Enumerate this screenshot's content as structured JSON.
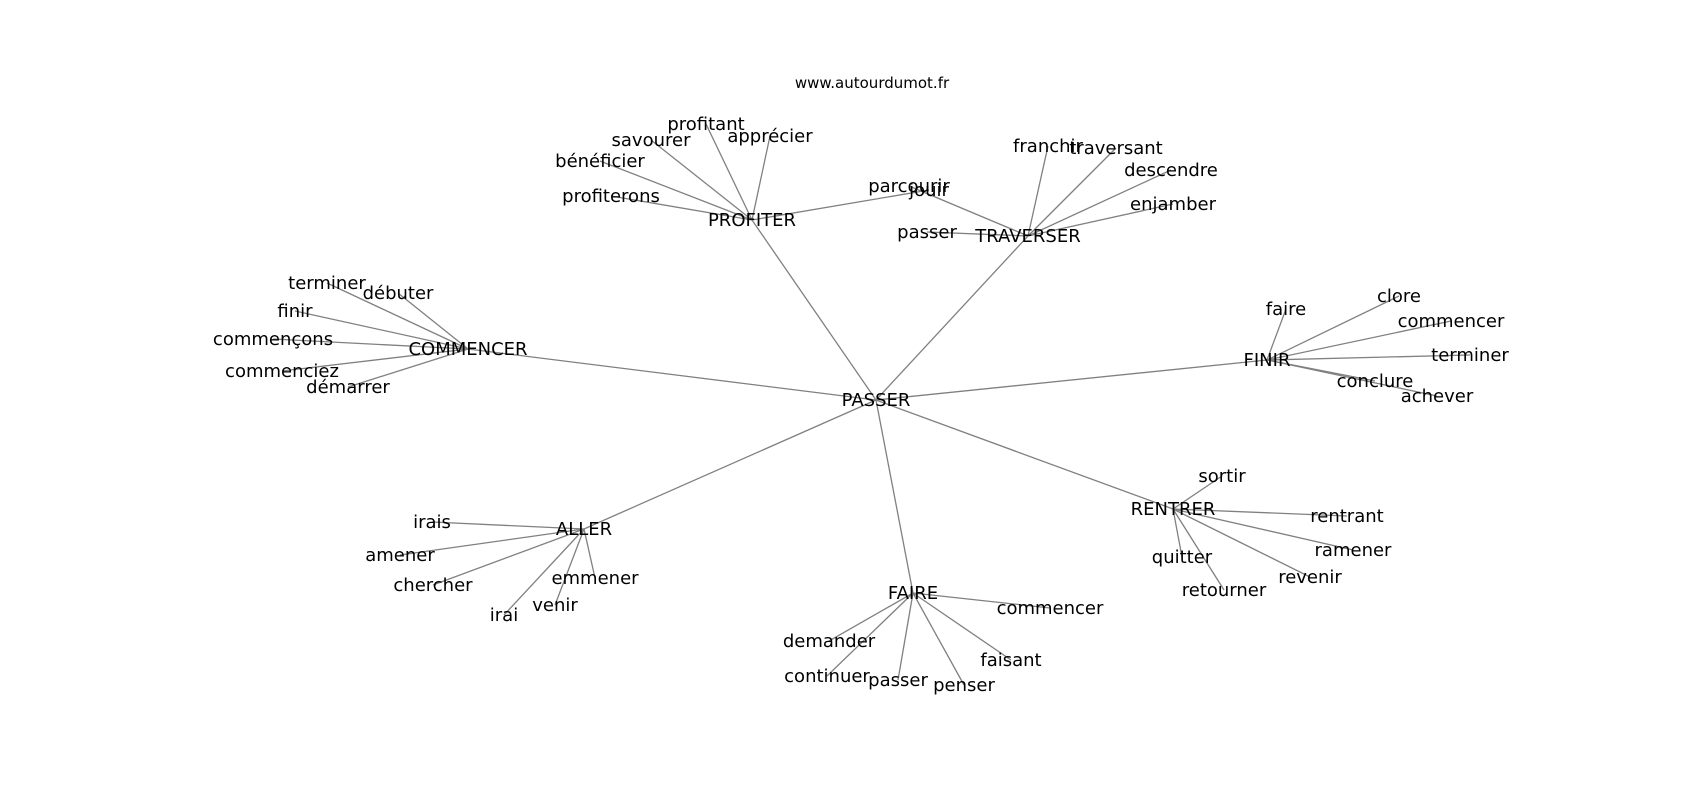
{
  "source": "www.autourdumot.fr",
  "colors": {
    "edge": "#808080",
    "text": "#000000",
    "background": "#ffffff"
  },
  "graph": {
    "center": "PASSER",
    "hubs": [
      {
        "id": "PROFITER",
        "label": "PROFITER",
        "words": [
          "profitant",
          "savourer",
          "apprécier",
          "bénéficier",
          "profiterons",
          "jouir"
        ]
      },
      {
        "id": "TRAVERSER",
        "label": "TRAVERSER",
        "words": [
          "franchir",
          "traversant",
          "descendre",
          "enjamber",
          "parcourir",
          "passer"
        ]
      },
      {
        "id": "COMMENCER",
        "label": "COMMENCER",
        "words": [
          "terminer",
          "débuter",
          "finir",
          "commençons",
          "commenciez",
          "démarrer"
        ]
      },
      {
        "id": "FINIR",
        "label": "FINIR",
        "words": [
          "faire",
          "clore",
          "commencer",
          "terminer",
          "conclure",
          "achever"
        ]
      },
      {
        "id": "RENTRER",
        "label": "RENTRER",
        "words": [
          "sortir",
          "rentrant",
          "ramener",
          "quitter",
          "revenir",
          "retourner"
        ]
      },
      {
        "id": "ALLER",
        "label": "ALLER",
        "words": [
          "irais",
          "amener",
          "chercher",
          "emmener",
          "venir",
          "irai"
        ]
      },
      {
        "id": "FAIRE",
        "label": "FAIRE",
        "words": [
          "commencer",
          "demander",
          "faisant",
          "continuer",
          "passer",
          "penser"
        ]
      }
    ]
  }
}
